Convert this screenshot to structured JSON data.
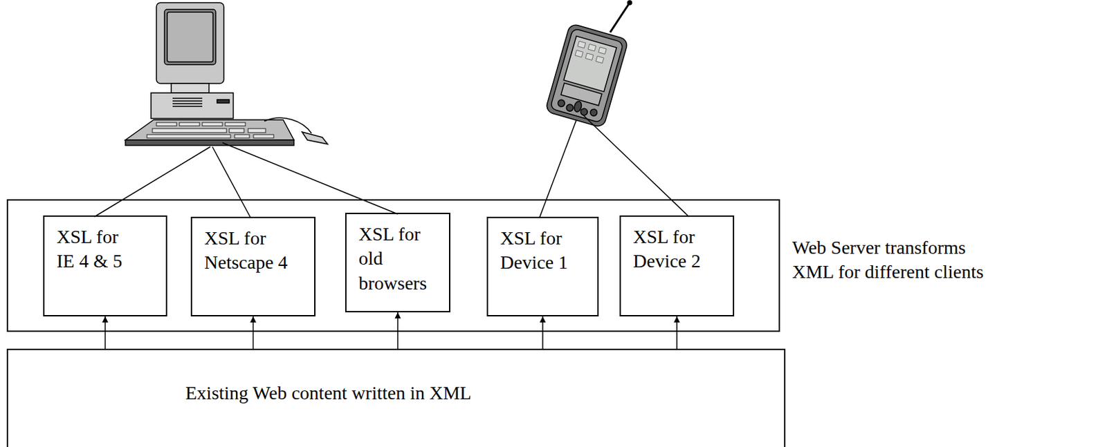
{
  "diagram": {
    "nodes": [
      {
        "text": [
          "Web Server transforms XML for different clients"
        ]
      },
      {
        "text": [
          "XSL for IE 4 & 5"
        ],
        "in": 0
      },
      {
        "text": [
          "XSL for Netscape 4"
        ],
        "in": 0
      },
      {
        "text": [
          "XSL for old browsers"
        ],
        "in": 0
      },
      {
        "text": [
          "XSL for Device 1"
        ],
        "in": 0
      },
      {
        "text": [
          "XSL for Device 2"
        ],
        "in": 0
      },
      {
        "text": [
          "Existing Web content written in XML"
        ]
      }
    ],
    "edges": [
      {
        "from": 6,
        "to": 1,
        "arrow": "to"
      },
      {
        "from": 6,
        "to": 2,
        "arrow": "to"
      },
      {
        "from": 6,
        "to": 3,
        "arrow": "to"
      },
      {
        "from": 6,
        "to": 4,
        "arrow": "to"
      },
      {
        "from": 6,
        "to": 5,
        "arrow": "to"
      }
    ]
  }
}
